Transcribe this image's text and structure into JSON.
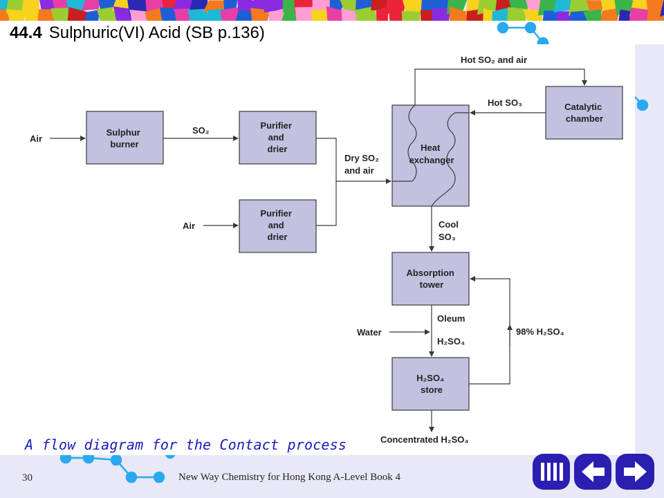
{
  "slide": {
    "section_number": "44.4",
    "title": "Sulphuric(VI) Acid (SB p.136)",
    "caption": "A flow diagram for the Contact process",
    "footer_left_number": "30",
    "footer_text": "New Way Chemistry for Hong Kong A-Level Book 4",
    "corner_page_number": "30"
  },
  "diagram": {
    "nodes": {
      "sulphur_burner": [
        "Sulphur",
        "burner"
      ],
      "purifier_top": [
        "Purifier",
        "and",
        "drier"
      ],
      "purifier_bottom": [
        "Purifier",
        "and",
        "drier"
      ],
      "heat_exchanger": [
        "Heat",
        "exchanger"
      ],
      "catalytic_chamber": [
        "Catalytic",
        "chamber"
      ],
      "absorption_tower": [
        "Absorption",
        "tower"
      ],
      "store": {
        "formula": "H₂SO₄",
        "line2": "store"
      }
    },
    "labels": {
      "air_in_1": "Air",
      "air_in_2": "Air",
      "so2": "SO₂",
      "dry_so2_line1": "Dry SO₂",
      "dry_so2_line2": "and air",
      "hot_so2_air": "Hot SO₂ and air",
      "hot_so3": "Hot SO₃",
      "cool_line1": "Cool",
      "cool_line2": "SO₃",
      "oleum": "Oleum",
      "water": "Water",
      "h2so4": "H₂SO₄",
      "recycle": "98% H₂SO₄",
      "concentrated": "Concentrated H₂SO₄"
    }
  },
  "navigation": {
    "buttons": [
      {
        "name": "first-slide",
        "icon": "first-slide-icon"
      },
      {
        "name": "back",
        "icon": "back-arrow-icon"
      },
      {
        "name": "forward",
        "icon": "forward-arrow-icon"
      }
    ]
  },
  "theme": {
    "box_fill": "#c2c1e0",
    "caption_color": "#1a1ab8",
    "button_color": "#2a1fb0",
    "molecule_color": "#29a9ef"
  }
}
